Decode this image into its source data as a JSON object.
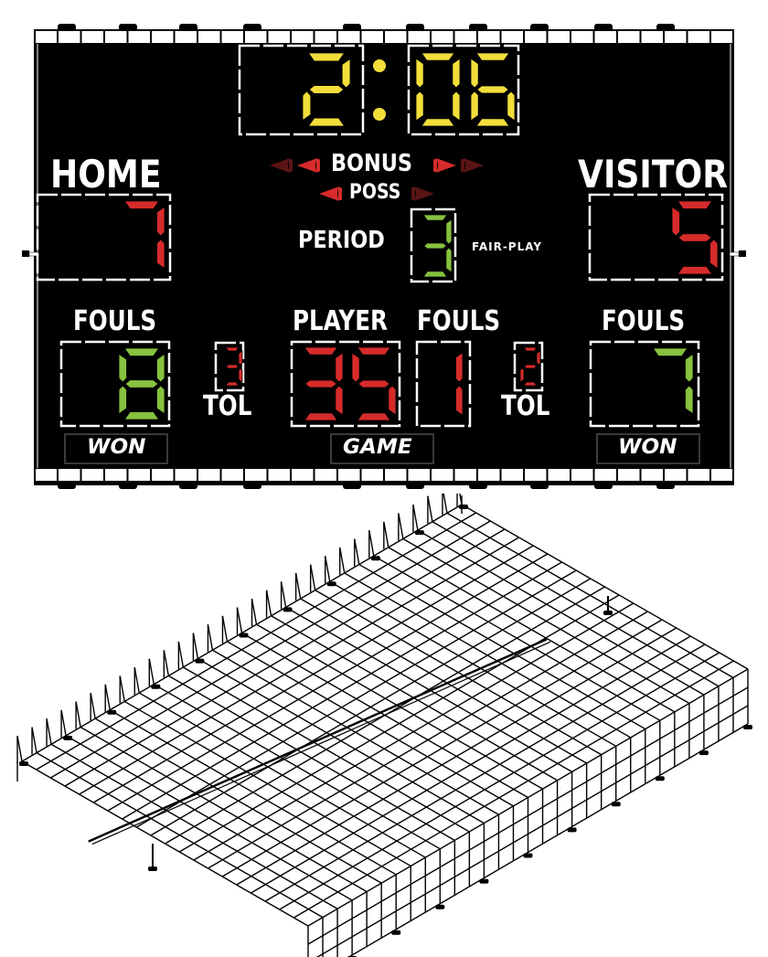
{
  "scoreboard": {
    "clock": {
      "minutes": "2",
      "seconds": "06",
      "display": "2:06",
      "color": "#f2de3a"
    },
    "home": {
      "label": "HOME",
      "score": "7",
      "score_color": "#d62b2b",
      "fouls_label": "FOULS",
      "fouls": "8",
      "fouls_color": "#86c23f",
      "tol": "3",
      "tol_label": "TOL",
      "won_label": "WON"
    },
    "visitor": {
      "label": "VISITOR",
      "score": "5",
      "score_color": "#d62b2b",
      "fouls_label": "FOULS",
      "fouls": "7",
      "fouls_color": "#86c23f",
      "tol": "2",
      "tol_label": "TOL",
      "won_label": "WON"
    },
    "bonus": {
      "label": "BONUS",
      "home_arrows_lit": [
        false,
        true
      ],
      "visitor_arrows_lit": [
        true,
        false
      ]
    },
    "possession": {
      "label": "POSS",
      "home_lit": true,
      "visitor_lit": false
    },
    "period": {
      "label": "PERIOD",
      "value": "3",
      "color": "#86c23f"
    },
    "player_fouls": {
      "player_label": "PLAYER",
      "fouls_label": "FOULS",
      "player_number": "35",
      "fouls": "1",
      "color": "#d62b2b"
    },
    "game_label": "GAME",
    "brand": "FAIR-PLAY"
  },
  "colors": {
    "background": "#000000",
    "frame": "#ffffff",
    "red_lit": "#d62b2b",
    "red_dim": "#5a1414",
    "yellow": "#f2de3a",
    "green": "#86c23f"
  },
  "drawing": {
    "type": "isometric wire grid frame",
    "stroke": "#000000"
  }
}
